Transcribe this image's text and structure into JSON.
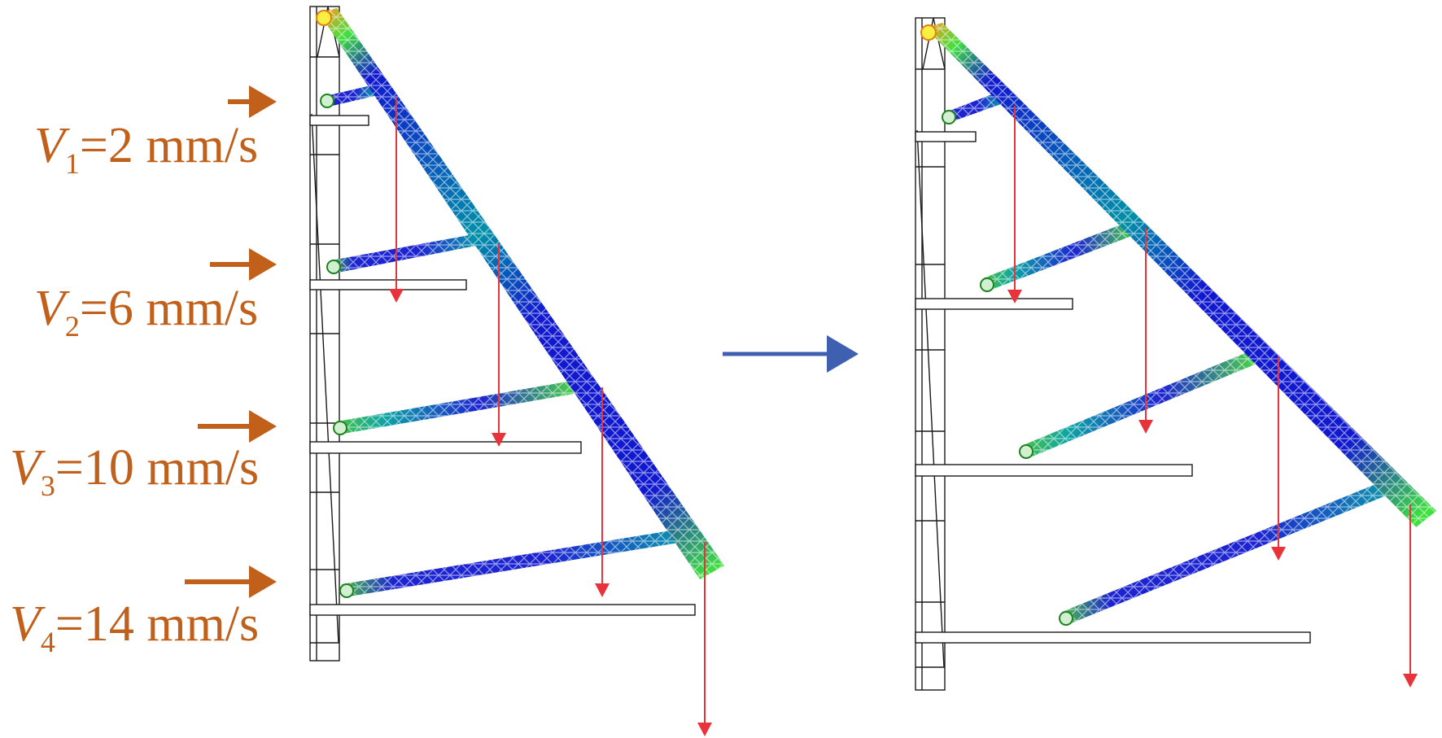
{
  "labels": [
    {
      "symbol": "V",
      "subscript": "1",
      "rest": "=2 mm/s"
    },
    {
      "symbol": "V",
      "subscript": "2",
      "rest": "=6 mm/s"
    },
    {
      "symbol": "V",
      "subscript": "3",
      "rest": "=10 mm/s"
    },
    {
      "symbol": "V",
      "subscript": "4",
      "rest": "=14 mm/s"
    }
  ],
  "colors": {
    "label": "#c0601a",
    "velocity_arrow": "#c0601a",
    "transition_arrow": "#3f5fb0",
    "load_arrow": "#e8333a",
    "frame": "#1a1a1a",
    "truss_low": "#1018d0",
    "truss_mid": "#00a0a0",
    "truss_high": "#40e040",
    "hot_spot": "#f0a020"
  }
}
